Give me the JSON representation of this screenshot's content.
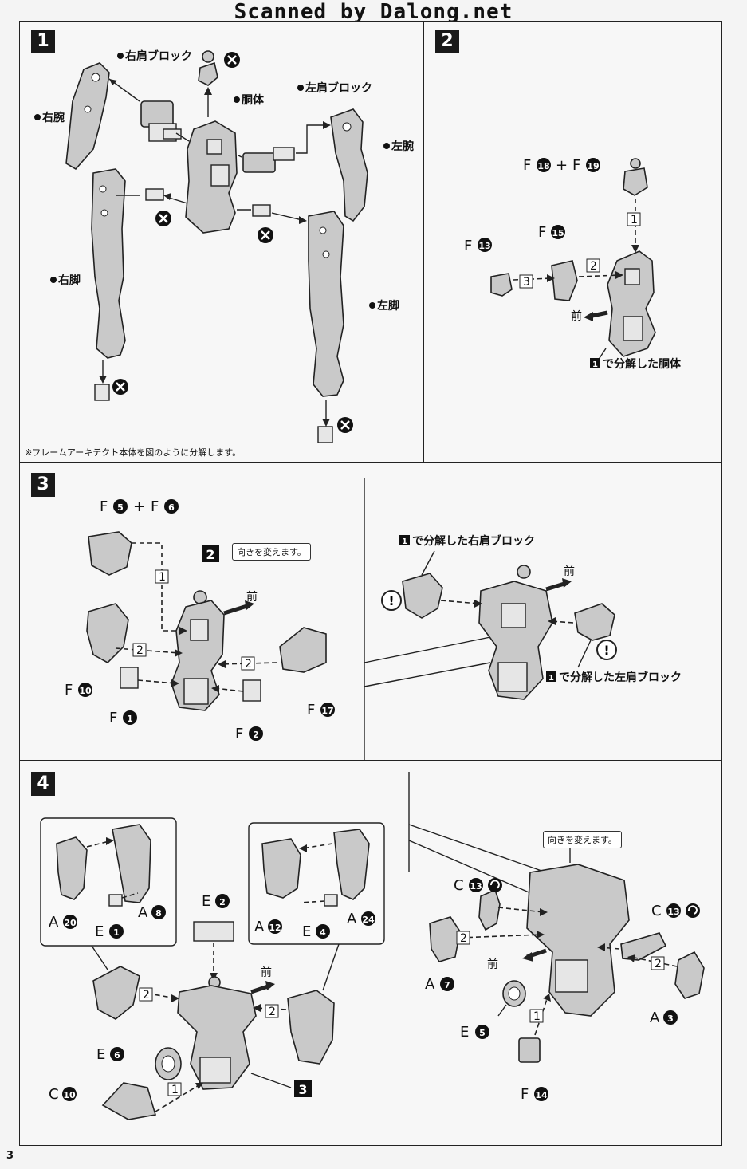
{
  "header": {
    "title": "Scanned by Dalong.net"
  },
  "page_number": "3",
  "steps": {
    "s1": {
      "number": "1",
      "labels": {
        "right_shoulder": "右肩ブロック",
        "torso": "胴体",
        "left_shoulder": "左肩ブロック",
        "right_arm": "右腕",
        "left_arm": "左腕",
        "right_leg": "右脚",
        "left_leg": "左脚"
      },
      "note": "※フレームアーキテクト本体を図のように分解します。"
    },
    "s2": {
      "number": "2",
      "parts": {
        "p1": "F",
        "p1n": "18",
        "plus": "+",
        "p2": "F",
        "p2n": "19",
        "p3": "F",
        "p3n": "15",
        "p4": "F",
        "p4n": "13"
      },
      "seq": [
        "1",
        "2",
        "3"
      ],
      "front": "前",
      "torso_ref_num": "1",
      "torso_ref": "で分解した胴体"
    },
    "s3": {
      "number": "3",
      "parts": {
        "a": "F",
        "an": "5",
        "plus": "+",
        "b": "F",
        "bn": "6",
        "c": "F",
        "cn": "10",
        "d": "F",
        "dn": "1",
        "e": "F",
        "en": "2",
        "f": "F",
        "fn": "17"
      },
      "seq": [
        "1",
        "2",
        "2"
      ],
      "ref_step": "2",
      "callout": "向きを変えます。",
      "front": "前",
      "ref_r_num": "1",
      "ref_r": "で分解した右肩ブロック",
      "ref_l_num": "1",
      "ref_l": "で分解した左肩ブロック",
      "front2": "前"
    },
    "s4": {
      "number": "4",
      "parts": {
        "a20": "A",
        "a20n": "20",
        "e1": "E",
        "e1n": "1",
        "a8": "A",
        "a8n": "8",
        "e2": "E",
        "e2n": "2",
        "a12": "A",
        "a12n": "12",
        "e4": "E",
        "e4n": "4",
        "a24": "A",
        "a24n": "24",
        "e6": "E",
        "e6n": "6",
        "c10": "C",
        "c10n": "10",
        "c13a": "C",
        "c13an": "13",
        "c13b": "C",
        "c13bn": "13",
        "a7": "A",
        "a7n": "7",
        "e5": "E",
        "e5n": "5",
        "f14": "F",
        "f14n": "14",
        "a3": "A",
        "a3n": "3"
      },
      "seq": [
        "2",
        "2",
        "1",
        "2",
        "2",
        "1"
      ],
      "ref_step": "3",
      "front": "前",
      "front2": "前",
      "callout": "向きを変えます。"
    }
  }
}
